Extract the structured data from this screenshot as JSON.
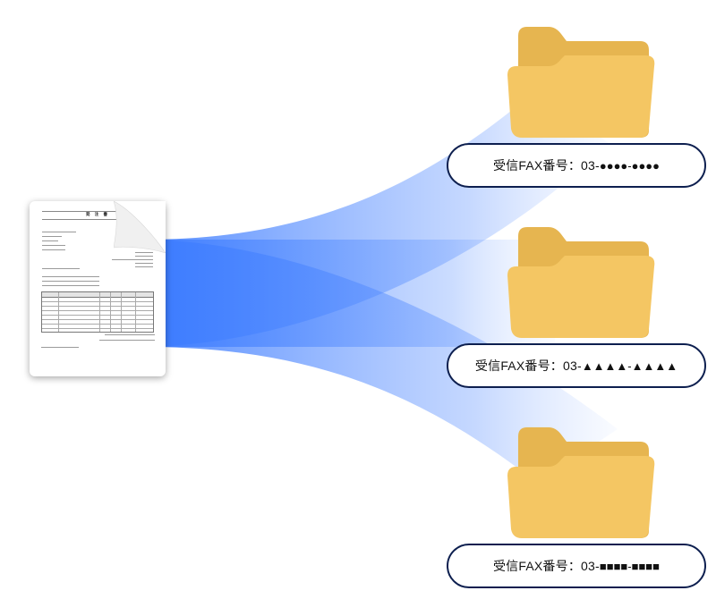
{
  "document": {
    "title": "発 注 書",
    "fold_color": "#f3f3f3"
  },
  "destinations": [
    {
      "prefix": "受信FAX番号：03-",
      "marks": "●●●●-●●●●"
    },
    {
      "prefix": "受信FAX番号：03-",
      "marks": "▲▲▲▲-▲▲▲▲"
    },
    {
      "prefix": "受信FAX番号：03-",
      "marks": "■■■■-■■■■"
    }
  ],
  "colors": {
    "flow": "#3b7bff",
    "folder_back": "#e6b550",
    "folder_front": "#f4c663",
    "label_border": "#0d1f4f"
  }
}
